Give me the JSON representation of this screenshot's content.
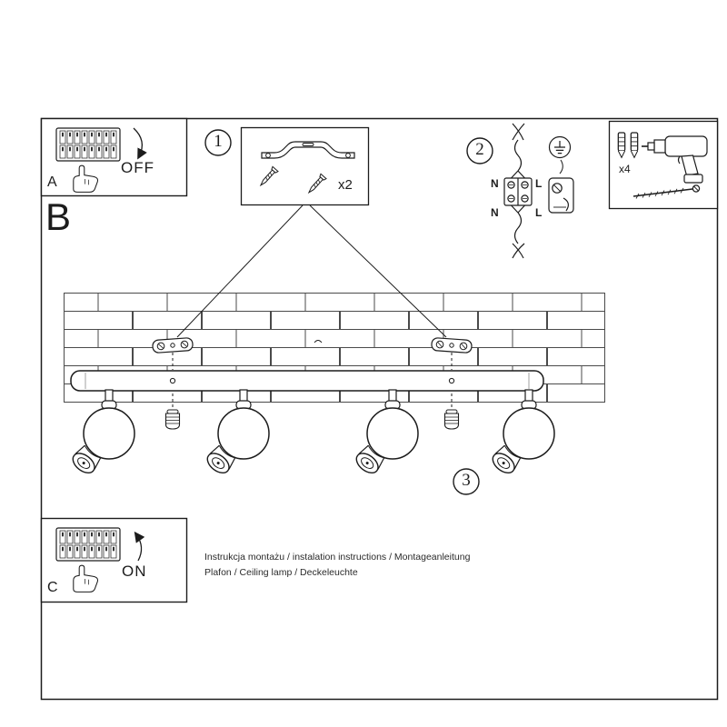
{
  "sheet": {
    "colors": {
      "ink": "#1c1c1c",
      "paper": "#ffffff"
    },
    "section_b_label": "B",
    "steps": {
      "one": "1",
      "two": "2",
      "three": "3"
    },
    "panel_a": {
      "label": "A",
      "switch_state": "OFF"
    },
    "panel_c": {
      "label": "C",
      "switch_state": "ON"
    },
    "quantities": {
      "mounting_brackets": "x2",
      "wall_anchors": "x4"
    },
    "wiring": {
      "n_top": "N",
      "l_top": "L",
      "n_bottom": "N",
      "l_bottom": "L"
    },
    "footer": {
      "line1": "Instrukcja montażu / instalation instructions / Montageanleitung",
      "line2": "Plafon / Ceiling lamp / Deckeleuchte"
    }
  }
}
